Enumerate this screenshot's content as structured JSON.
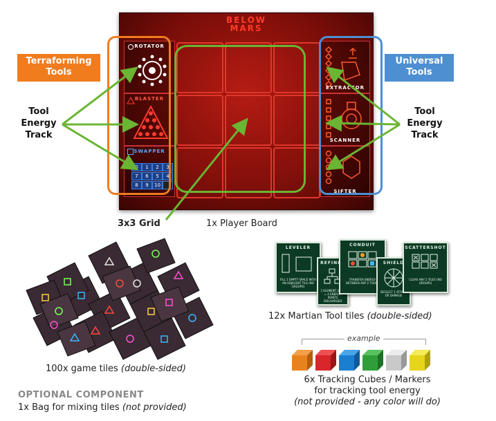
{
  "board": {
    "logo_line1": "BELOW",
    "logo_line2": "MARS",
    "tools_left": [
      {
        "name": "ROTATOR"
      },
      {
        "name": "BLASTER"
      },
      {
        "name": "SWAPPER",
        "grid": [
          "0",
          "1",
          "2",
          "3",
          "7",
          "6",
          "5",
          "4",
          "8",
          "9",
          "10",
          ""
        ]
      }
    ],
    "tools_right": [
      {
        "name": "EXTRACTOR"
      },
      {
        "name": "SCANNER"
      },
      {
        "name": "SIFTER"
      }
    ]
  },
  "callouts": {
    "left_box": "Terraforming Tools",
    "left_box_color": "#f07c1e",
    "right_box": "Universal Tools",
    "right_box_color": "#4d8fd1",
    "left_track": "Tool Energy Track",
    "right_track": "Tool Energy Track",
    "grid_label": "3x3 Grid",
    "arrow_color": "#6ab533"
  },
  "captions": {
    "player_board": "1x Player Board",
    "game_tiles_count": "100x game tiles",
    "game_tiles_note": "(double-sided)",
    "martian_count": "12x Martian Tool tiles",
    "martian_note": "(double-sided)",
    "example": "example",
    "cubes_line1": "6x Tracking Cubes / Markers",
    "cubes_line2": "for tracking tool energy",
    "cubes_line3": "(not provided - any color will do)",
    "optional_heading": "OPTIONAL COMPONENT",
    "bag_text": "1x Bag for mixing tiles",
    "bag_note": "(not provided)"
  },
  "martian_tiles": [
    {
      "name": "LEVELER",
      "desc": "FILL 1 EMPTY SPACE WITH AN ADJACENT TILE (NO GROUPS)"
    },
    {
      "name": "REFINER",
      "desc": "1 ELEMENT USED = 2 ENERGY POINTS DISCHARGED"
    },
    {
      "name": "CONDUIT",
      "desc": "TRANSFER ENERGY BETWEEN ANY 2 TOOLS"
    },
    {
      "name": "SHIELD",
      "desc": "DEFLECT 1 ATTACK OR DAMAGE"
    },
    {
      "name": "SCATTERSHOT",
      "desc": "CLEAR ANY 2 TILES (NO GROUPS)"
    }
  ],
  "cubes": [
    {
      "color": "#e8821c",
      "side": "#b35d0c",
      "top": "#f4a04a"
    },
    {
      "color": "#d8262a",
      "side": "#9a1518",
      "top": "#ee5052"
    },
    {
      "color": "#1b7fd0",
      "side": "#10599a",
      "top": "#4aa4ea"
    },
    {
      "color": "#2f9e3a",
      "side": "#1d7026",
      "top": "#57c25f"
    },
    {
      "color": "#c9c9c9",
      "side": "#989898",
      "top": "#ececec"
    },
    {
      "color": "#e6d51c",
      "side": "#aea010",
      "top": "#f5ea5a"
    }
  ]
}
